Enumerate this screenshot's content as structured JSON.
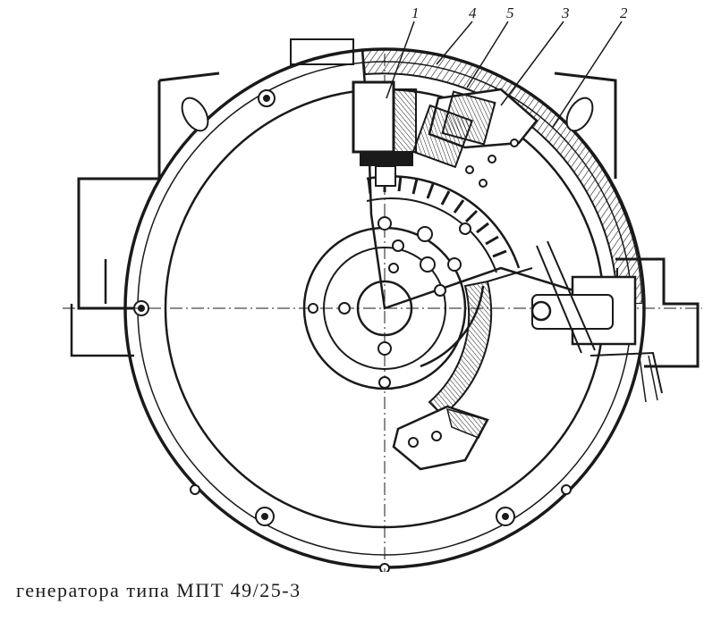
{
  "caption": "генератора типа МПТ 49/25-3",
  "callouts": [
    {
      "label": "1"
    },
    {
      "label": "4"
    },
    {
      "label": "5"
    },
    {
      "label": "3"
    },
    {
      "label": "2"
    }
  ],
  "colors": {
    "ink": "#1a1a1a",
    "paper": "#ffffff"
  }
}
